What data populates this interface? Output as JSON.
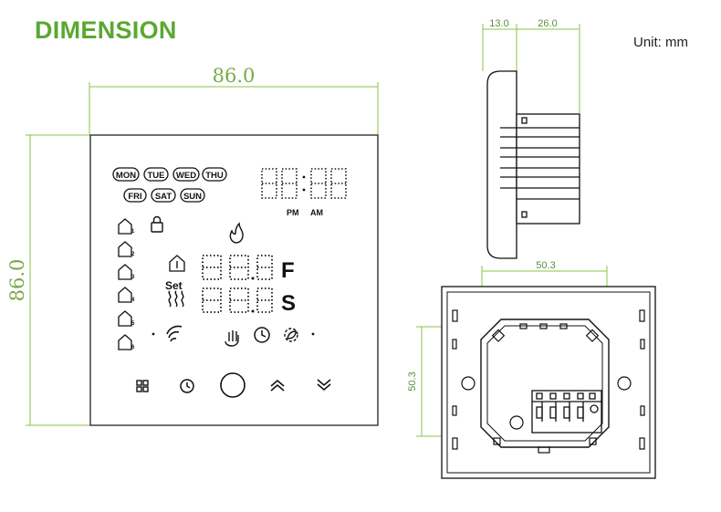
{
  "header": {
    "title": "DIMENSION",
    "unit": "Unit: mm"
  },
  "colors": {
    "accent": "#5aa832",
    "dimension_line": "#8bc34a",
    "drawing": "#111111"
  },
  "front_view": {
    "width_label": "86.0",
    "height_label": "86.0",
    "days_row1": [
      "MON",
      "TUE",
      "WED",
      "THU"
    ],
    "days_row2": [
      "FRI",
      "SAT",
      "SUN"
    ],
    "pm": "PM",
    "am": "AM",
    "set": "Set",
    "temp_unit_1": "F",
    "temp_unit_2": "S",
    "icons": [
      "flame-icon",
      "lock-icon",
      "wifi-icon",
      "hand-icon",
      "clock-icon",
      "leaf-icon"
    ],
    "buttons": [
      "menu-button",
      "clock-button",
      "power-button",
      "up-button",
      "down-button"
    ]
  },
  "side_view": {
    "dim_a": "13.0",
    "dim_b": "26.0"
  },
  "back_view": {
    "width_label": "50.3",
    "height_label": "50.3"
  }
}
